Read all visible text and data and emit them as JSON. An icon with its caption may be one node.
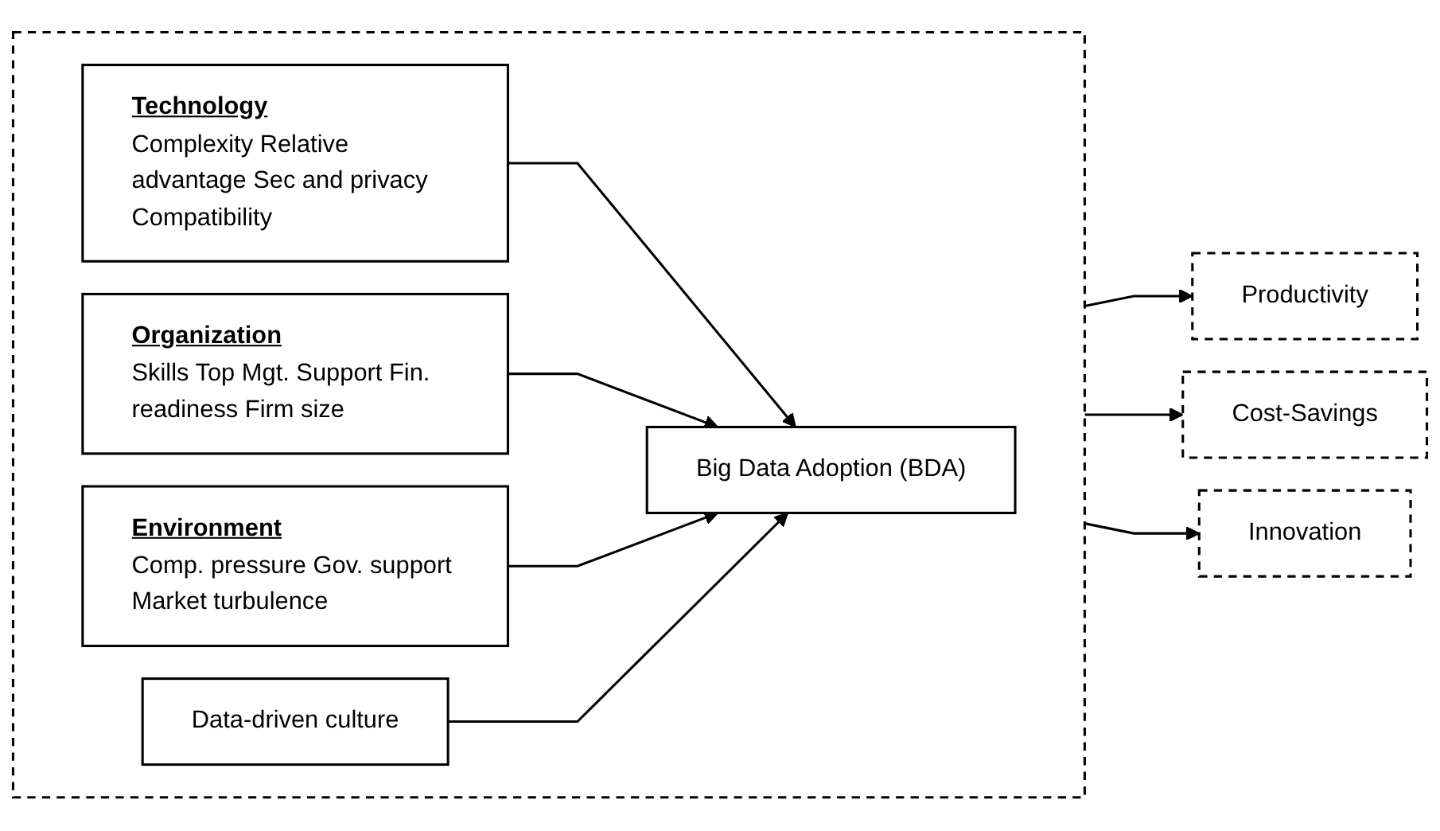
{
  "diagram": {
    "nodes": [
      {
        "text": [],
        "shape": "box"
      },
      {
        "text": [
          "Technology",
          "Complexity Relative advantage Sec and privacy Compatibility"
        ],
        "in": 0
      },
      {
        "text": [
          "Organization",
          "Skills Top Mgt. Support Fin. readiness Firm size"
        ],
        "in": 0
      },
      {
        "text": [
          "Environment",
          "Comp. pressure Gov. support Market turbulence"
        ],
        "in": 0
      },
      {
        "text": [
          "Data-driven culture"
        ],
        "in": 0
      },
      {
        "text": [
          "Big Data Adoption (BDA)"
        ],
        "in": 0
      },
      {
        "text": [
          "Productivity"
        ]
      },
      {
        "text": [
          "Cost-Savings"
        ]
      },
      {
        "text": [
          "Innovation"
        ]
      }
    ],
    "edges": [
      {
        "from": 1,
        "to": 5,
        "arrow": "to"
      },
      {
        "from": 2,
        "to": 5,
        "arrow": "to"
      },
      {
        "from": 3,
        "to": 5,
        "arrow": "to"
      },
      {
        "from": 4,
        "to": 5,
        "arrow": "to"
      },
      {
        "from": 0,
        "to": 6,
        "arrow": "to"
      },
      {
        "from": 0,
        "to": 7,
        "arrow": "to"
      },
      {
        "from": 0,
        "to": 8,
        "arrow": "to"
      }
    ]
  }
}
